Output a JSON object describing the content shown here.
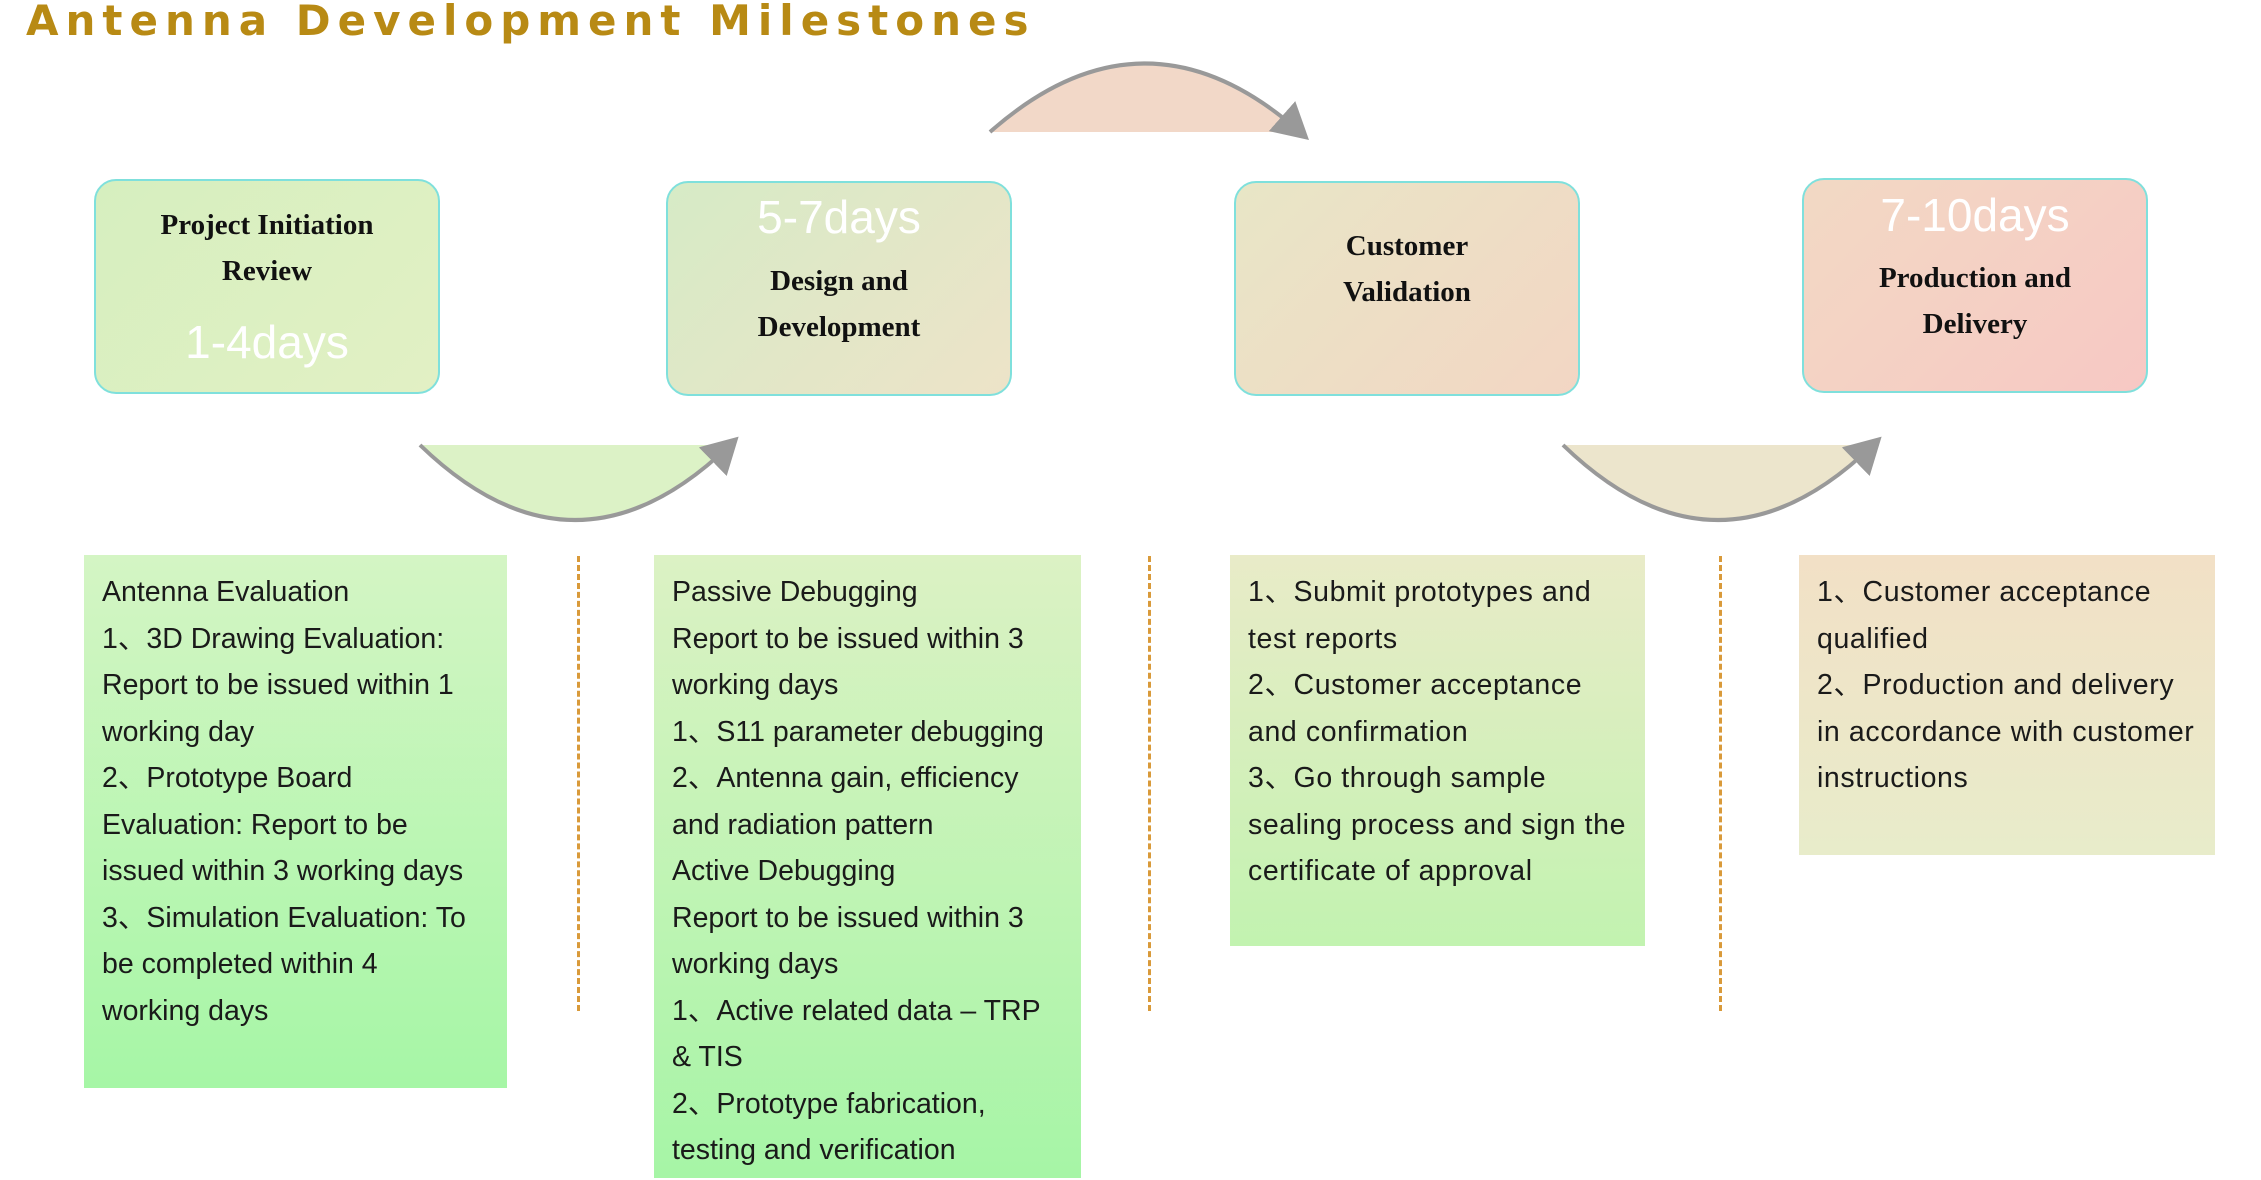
{
  "title": "Antenna Development Milestones",
  "stages": [
    {
      "name_lines": [
        "Project Initiation",
        "Review"
      ],
      "duration": "1-4days",
      "color": "#d6efbf"
    },
    {
      "name_lines": [
        "Design and",
        "Development"
      ],
      "duration": "5-7days",
      "color": "#e2e6c6"
    },
    {
      "name_lines": [
        "Customer",
        "Validation"
      ],
      "duration": "",
      "color": "#eee0c6"
    },
    {
      "name_lines": [
        "Production and",
        "Delivery"
      ],
      "duration": "7-10days",
      "color": "#f5cfc4"
    }
  ],
  "details": [
    {
      "lines": [
        "Antenna Evaluation",
        "1、3D Drawing Evaluation:",
        "Report to be issued within 1",
        "working day",
        "2、Prototype Board",
        "Evaluation: Report to be",
        "issued within 3 working days",
        "3、Simulation Evaluation: To",
        "be completed within 4",
        "working days"
      ]
    },
    {
      "lines": [
        "Passive Debugging",
        "Report to be issued within 3",
        "working days",
        "1、S11 parameter debugging",
        "2、Antenna gain, efficiency",
        "and radiation pattern",
        "Active Debugging",
        "Report to be issued within 3",
        "working days",
        "1、Active related data – TRP",
        "& TIS",
        "2、Prototype fabrication,",
        "testing and verification"
      ]
    },
    {
      "lines": [
        "1、Submit prototypes and",
        "test reports",
        "2、Customer acceptance",
        "and confirmation",
        "3、Go through sample",
        "sealing process and sign the",
        "certificate of approval"
      ]
    },
    {
      "lines": [
        "1、Customer acceptance",
        "qualified",
        "2、Production and delivery",
        "in accordance with customer",
        "instructions"
      ]
    }
  ],
  "colors": {
    "title": "#b88a14",
    "stage_border": "#7fe0dc",
    "divider": "#d99a3a",
    "arrow": "#999999"
  }
}
